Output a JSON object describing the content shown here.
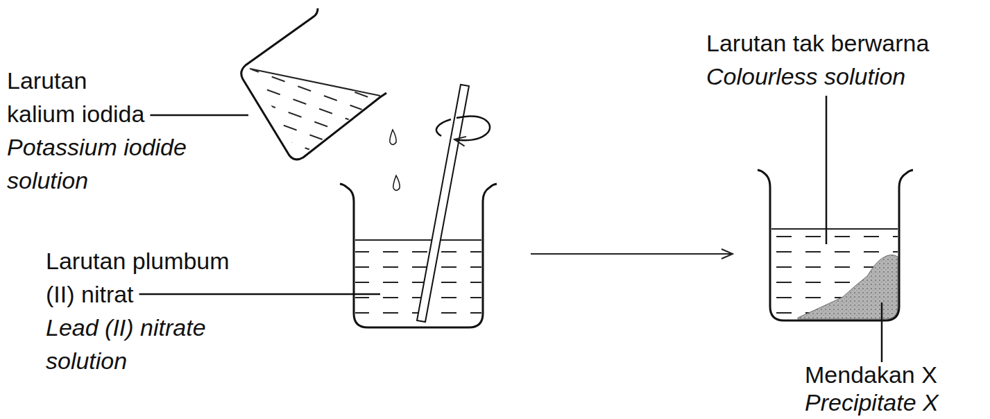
{
  "diagram": {
    "labels": [
      "Larutan kalium iodida",
      "Potassium iodide solution",
      "Larutan plumbum (II) nitrat",
      "Lead (II) nitrate solution",
      "Larutan tak berwarna",
      "Colourless solution",
      "Mendakan X",
      "Precipitate X"
    ]
  }
}
